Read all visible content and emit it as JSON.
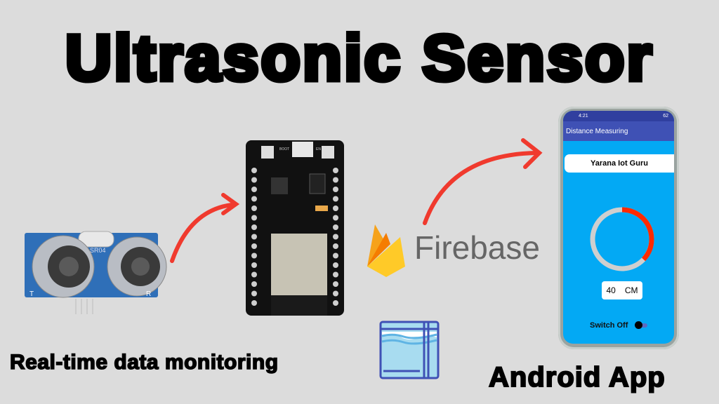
{
  "title": "Ultrasonic Sensor",
  "captions": {
    "left": "Real-time data monitoring",
    "right": "Android App"
  },
  "firebase": {
    "label": "Firebase",
    "icon": "firebase-flame-icon"
  },
  "sensor": {
    "label_t": "T",
    "label_r": "R",
    "model": "SR04"
  },
  "board": {
    "boot_label": "BOOT",
    "en_label": "EN"
  },
  "phone": {
    "status_time": "4:21",
    "status_right": "62",
    "app_title": "Distance Measuring",
    "name": "Yarana Iot Guru",
    "gauge_fraction": 0.37,
    "distance_value": "40",
    "distance_unit": "CM",
    "switch_label": "Switch Off",
    "switch_on": false
  },
  "colors": {
    "background": "#dcdcdc",
    "arrow": "#f03a2e",
    "screen": "#03a9f4",
    "appbar": "#3f51b5",
    "gauge_active": "#ff2a00",
    "gauge_track": "#cfcfcf"
  }
}
